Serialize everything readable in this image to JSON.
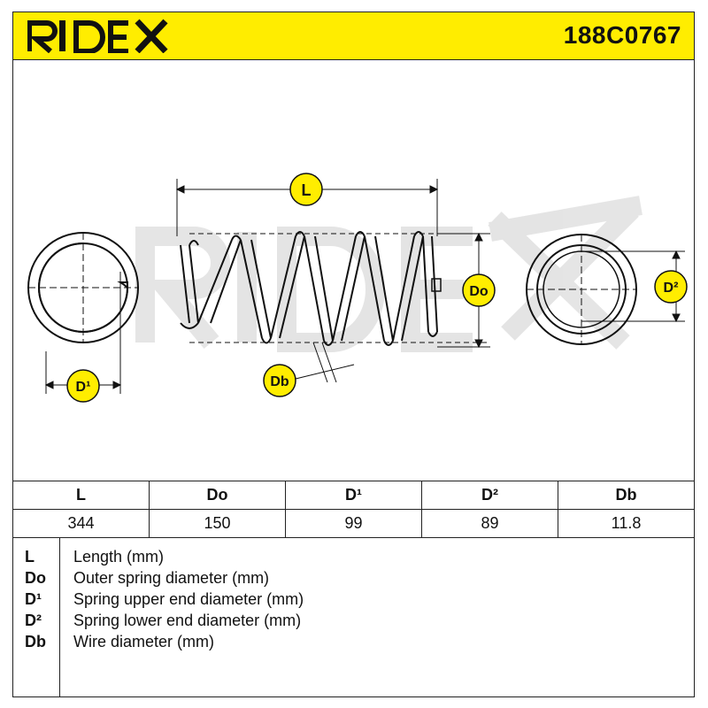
{
  "brand": {
    "name": "RIDEX",
    "color": "#ffed00"
  },
  "part_number": "188C0767",
  "diagram": {
    "labels": {
      "length": "L",
      "outer_diameter": "Do",
      "upper_end_diameter": "D¹",
      "lower_end_diameter": "D²",
      "wire_diameter": "Db"
    },
    "watermark": "RIDEX"
  },
  "table": {
    "headers": [
      "L",
      "Do",
      "D¹",
      "D²",
      "Db"
    ],
    "values": [
      "344",
      "150",
      "99",
      "89",
      "11.8"
    ]
  },
  "legend": [
    {
      "symbol": "L",
      "description": "Length (mm)"
    },
    {
      "symbol": "Do",
      "description": "Outer spring diameter (mm)"
    },
    {
      "symbol": "D¹",
      "description": "Spring upper end diameter (mm)"
    },
    {
      "symbol": "D²",
      "description": "Spring lower end diameter (mm)"
    },
    {
      "symbol": "Db",
      "description": "Wire diameter (mm)"
    }
  ]
}
